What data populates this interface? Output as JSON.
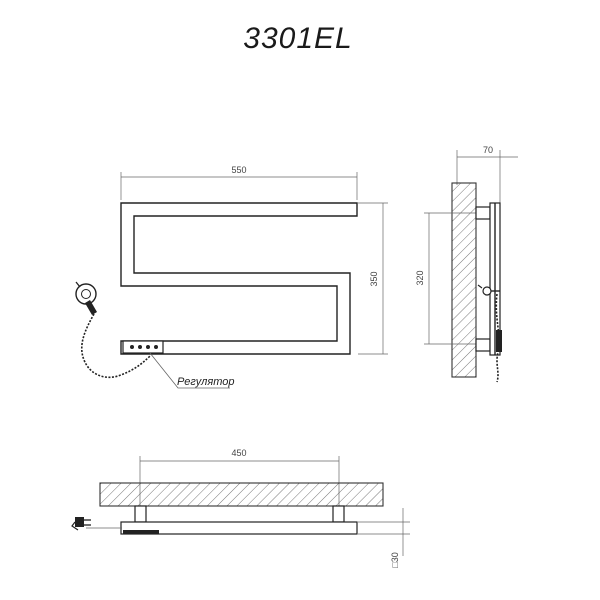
{
  "title": "3301EL",
  "front_view": {
    "width_label": "550",
    "height_label": "350",
    "regulator_label": "Регулятор"
  },
  "side_view": {
    "depth_label": "70",
    "mount_height_label": "320"
  },
  "top_view": {
    "mount_width_label": "450",
    "pipe_label": "□30"
  }
}
